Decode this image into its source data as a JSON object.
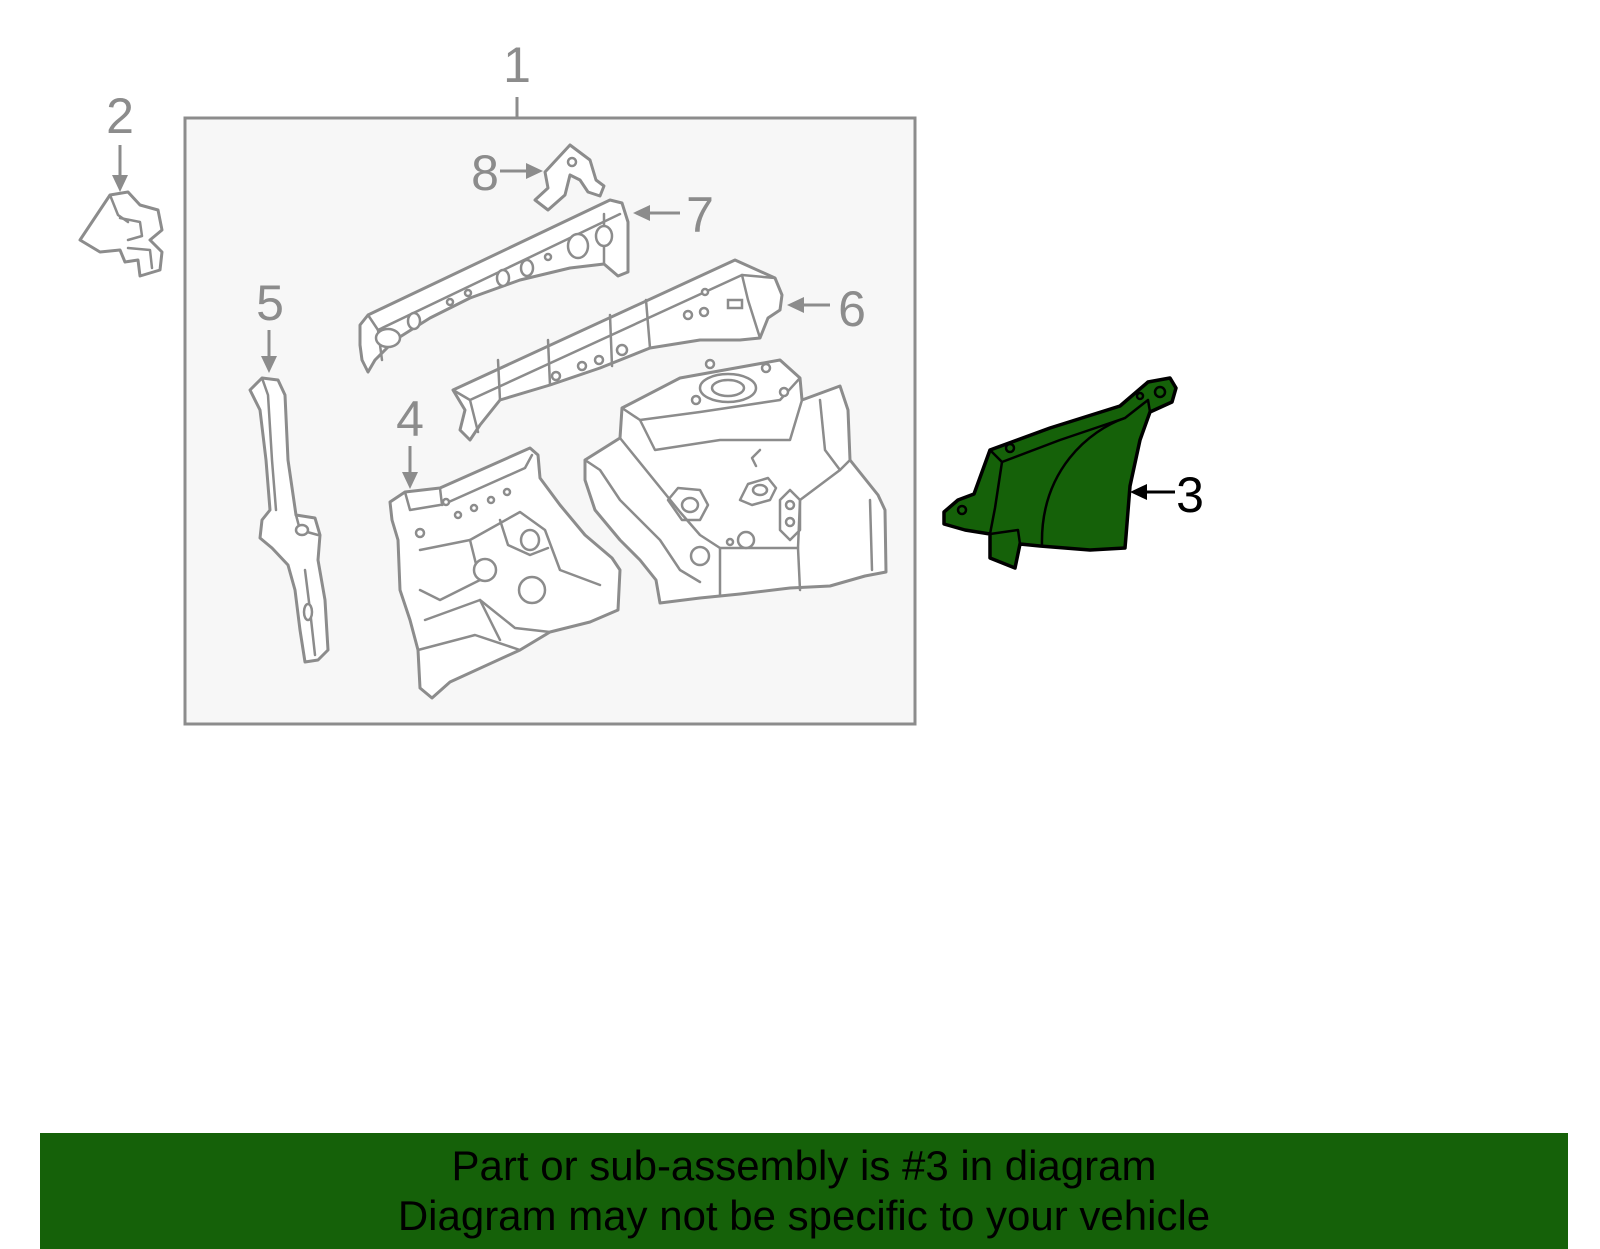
{
  "diagram": {
    "callouts": [
      {
        "id": "1",
        "label": "1"
      },
      {
        "id": "2",
        "label": "2"
      },
      {
        "id": "3",
        "label": "3"
      },
      {
        "id": "4",
        "label": "4"
      },
      {
        "id": "5",
        "label": "5"
      },
      {
        "id": "6",
        "label": "6"
      },
      {
        "id": "7",
        "label": "7"
      },
      {
        "id": "8",
        "label": "8"
      }
    ],
    "highlighted_part": "3",
    "colors": {
      "highlight_fill": "#156109",
      "line_gray": "#8c8c8c",
      "group_box_fill": "#f7f7f7",
      "banner_background": "#156109"
    }
  },
  "banner": {
    "line1": "Part or sub-assembly is #3 in diagram",
    "line2": "Diagram may not be specific to your vehicle"
  }
}
